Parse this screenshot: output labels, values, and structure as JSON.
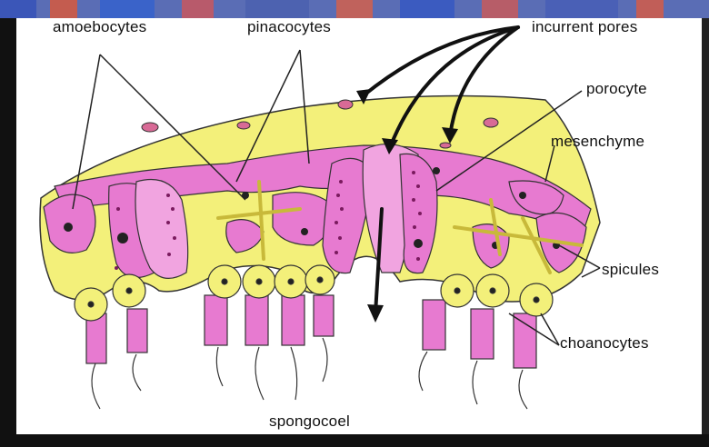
{
  "labels": {
    "amoebocytes": "amoebocytes",
    "pinacocytes": "pinacocytes",
    "incurrent_pores": "incurrent pores",
    "porocyte": "porocyte",
    "mesenchyme": "mesenchyme",
    "spicules": "spicules",
    "choanocytes": "choanocytes",
    "spongocoel": "spongocoel"
  },
  "colors": {
    "mesohyl_yellow": "#f3f07a",
    "cell_pink": "#e77ad0",
    "cell_pink_light": "#f1a4e0",
    "outline": "#333333",
    "top_strip": "#3a63c9"
  }
}
